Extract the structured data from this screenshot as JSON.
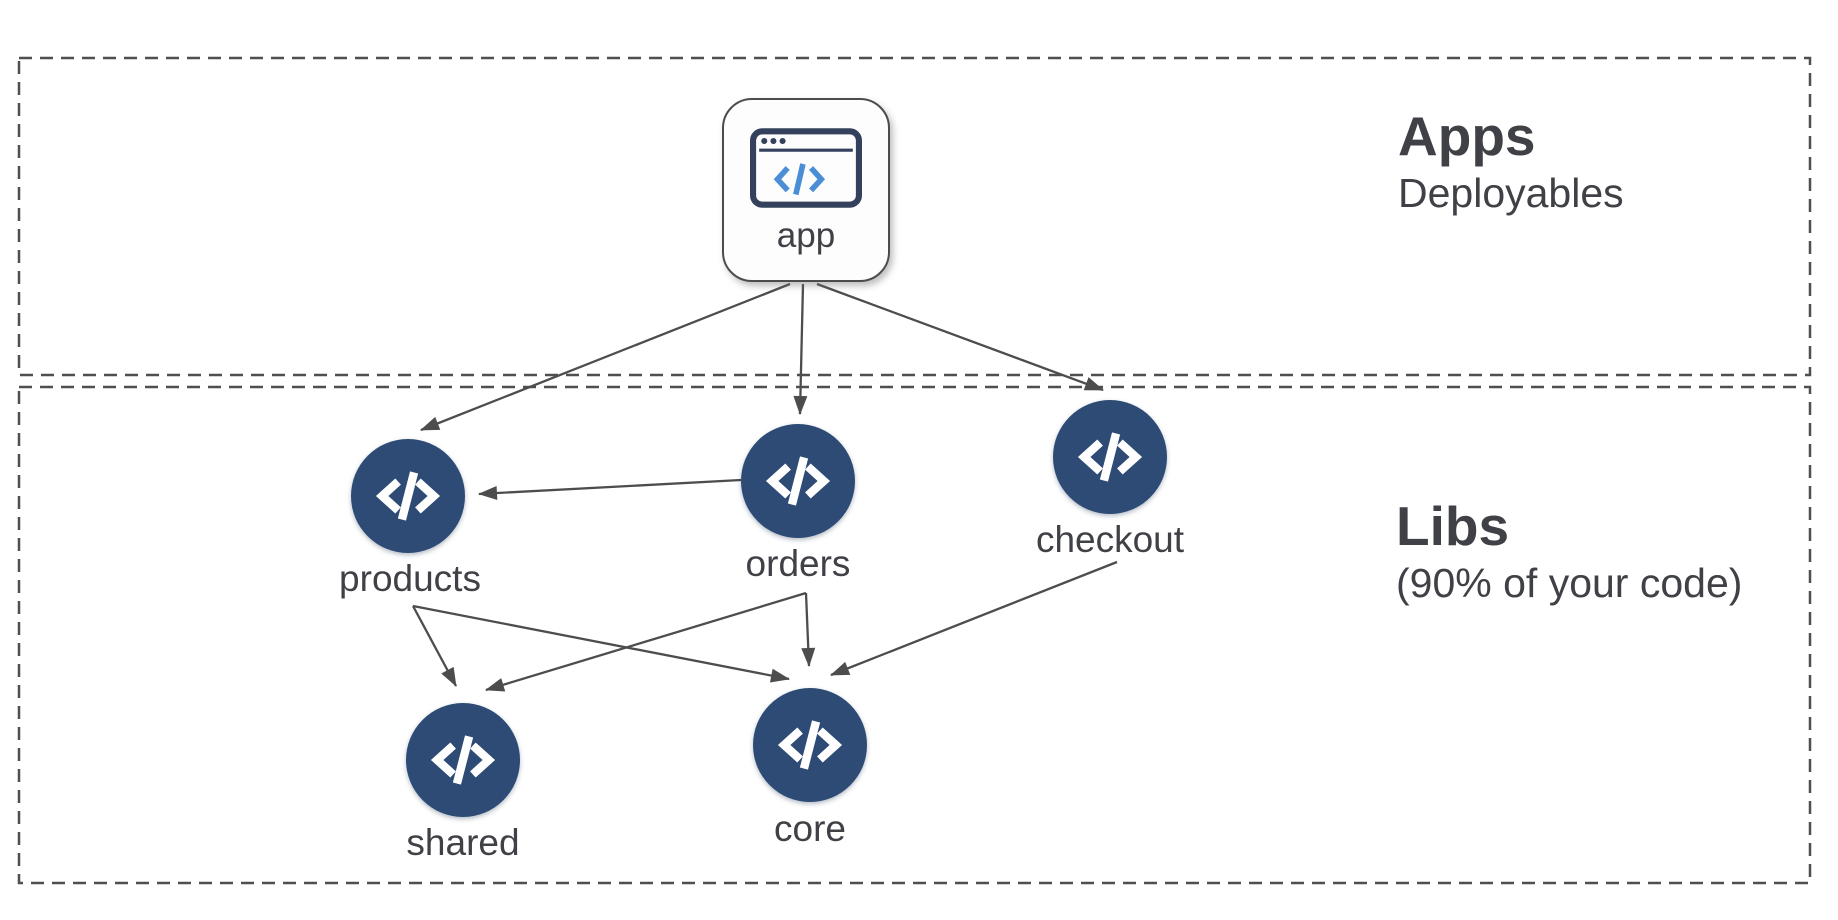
{
  "diagram": {
    "sections": [
      {
        "id": "apps",
        "title": "Apps",
        "subtitle": "Deployables"
      },
      {
        "id": "libs",
        "title": "Libs",
        "subtitle": "(90% of your code)"
      }
    ],
    "nodes": [
      {
        "id": "app",
        "label": "app",
        "kind": "application",
        "icon": "browser-code-icon"
      },
      {
        "id": "products",
        "label": "products",
        "kind": "library",
        "icon": "code-icon"
      },
      {
        "id": "orders",
        "label": "orders",
        "kind": "library",
        "icon": "code-icon"
      },
      {
        "id": "checkout",
        "label": "checkout",
        "kind": "library",
        "icon": "code-icon"
      },
      {
        "id": "shared",
        "label": "shared",
        "kind": "library",
        "icon": "code-icon"
      },
      {
        "id": "core",
        "label": "core",
        "kind": "library",
        "icon": "code-icon"
      }
    ],
    "edges": [
      {
        "from": "app",
        "to": "products"
      },
      {
        "from": "app",
        "to": "orders"
      },
      {
        "from": "app",
        "to": "checkout"
      },
      {
        "from": "orders",
        "to": "products"
      },
      {
        "from": "products",
        "to": "shared"
      },
      {
        "from": "products",
        "to": "core"
      },
      {
        "from": "orders",
        "to": "shared"
      },
      {
        "from": "orders",
        "to": "core"
      },
      {
        "from": "checkout",
        "to": "core"
      }
    ],
    "colors": {
      "lib_node_fill": "#2d4b75",
      "edge_stroke": "#4d4d4d",
      "dashed_border": "#4f4f4f",
      "label_text": "#3f4146",
      "app_icon_blue": "#4a8ed6",
      "app_icon_navy": "#33415c"
    }
  }
}
